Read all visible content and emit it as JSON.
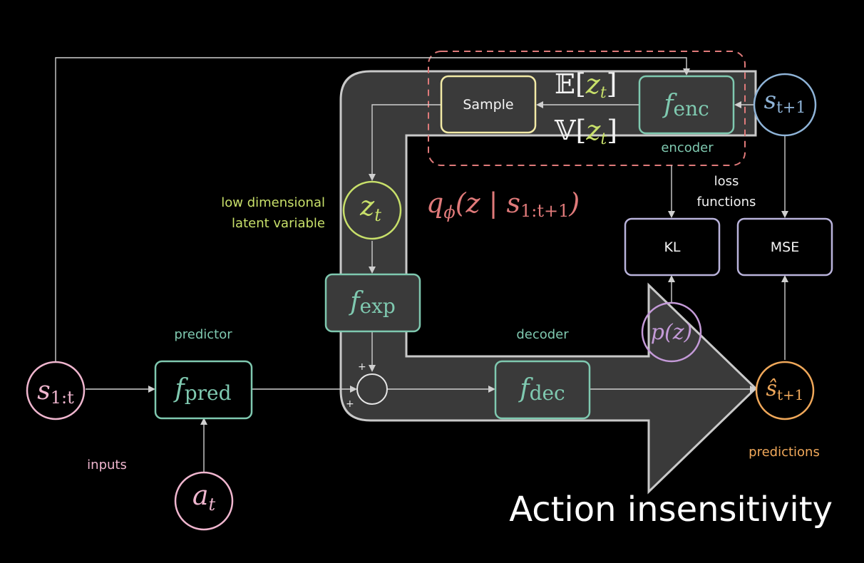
{
  "title": "Action insensitivity",
  "colors": {
    "background": "#000000",
    "teal": "#7fc9b0",
    "pink": "#f0b6cf",
    "blue": "#8fb4d8",
    "lime": "#c8e06a",
    "yellow": "#f2eaa6",
    "purple": "#c49ad8",
    "lavender": "#b9b3db",
    "orange": "#f0a85a",
    "red_dashed": "#e07a7a",
    "arrow_fill": "#3a3a3a",
    "arrow_stroke": "#c9c9c9"
  },
  "nodes": {
    "s_1t": {
      "var": "s",
      "sub": "1:t"
    },
    "a_t": {
      "var": "a",
      "sub": "t"
    },
    "s_t1": {
      "var": "s",
      "sub": "t+1"
    },
    "z_t": {
      "var": "z",
      "sub": "t"
    },
    "p_z": {
      "text": "p(z)"
    },
    "s_hat": {
      "var": "ŝ",
      "sub": "t+1"
    }
  },
  "boxes": {
    "f_pred": {
      "sym": "f",
      "sub": "pred"
    },
    "f_exp": {
      "sym": "f",
      "sub": "exp"
    },
    "f_dec": {
      "sym": "f",
      "sub": "dec"
    },
    "f_enc": {
      "sym": "f",
      "sub": "enc"
    },
    "sample": "Sample",
    "kl": "KL",
    "mse": "MSE"
  },
  "labels": {
    "inputs": "inputs",
    "predictor": "predictor",
    "decoder": "decoder",
    "encoder": "encoder",
    "latent_line1": "low dimensional",
    "latent_line2": "latent variable",
    "loss_line1": "loss",
    "loss_line2": "functions",
    "predictions": "predictions",
    "expectation": {
      "op": "𝔼",
      "var": "z",
      "sub": "t"
    },
    "variance": {
      "op": "𝕍",
      "var": "z",
      "sub": "t"
    },
    "posterior": {
      "q": "q",
      "phi": "ϕ",
      "body": "(z | s",
      "sub": "1:t+1",
      "close": ")"
    },
    "plus_top": "+",
    "plus_left": "+"
  }
}
